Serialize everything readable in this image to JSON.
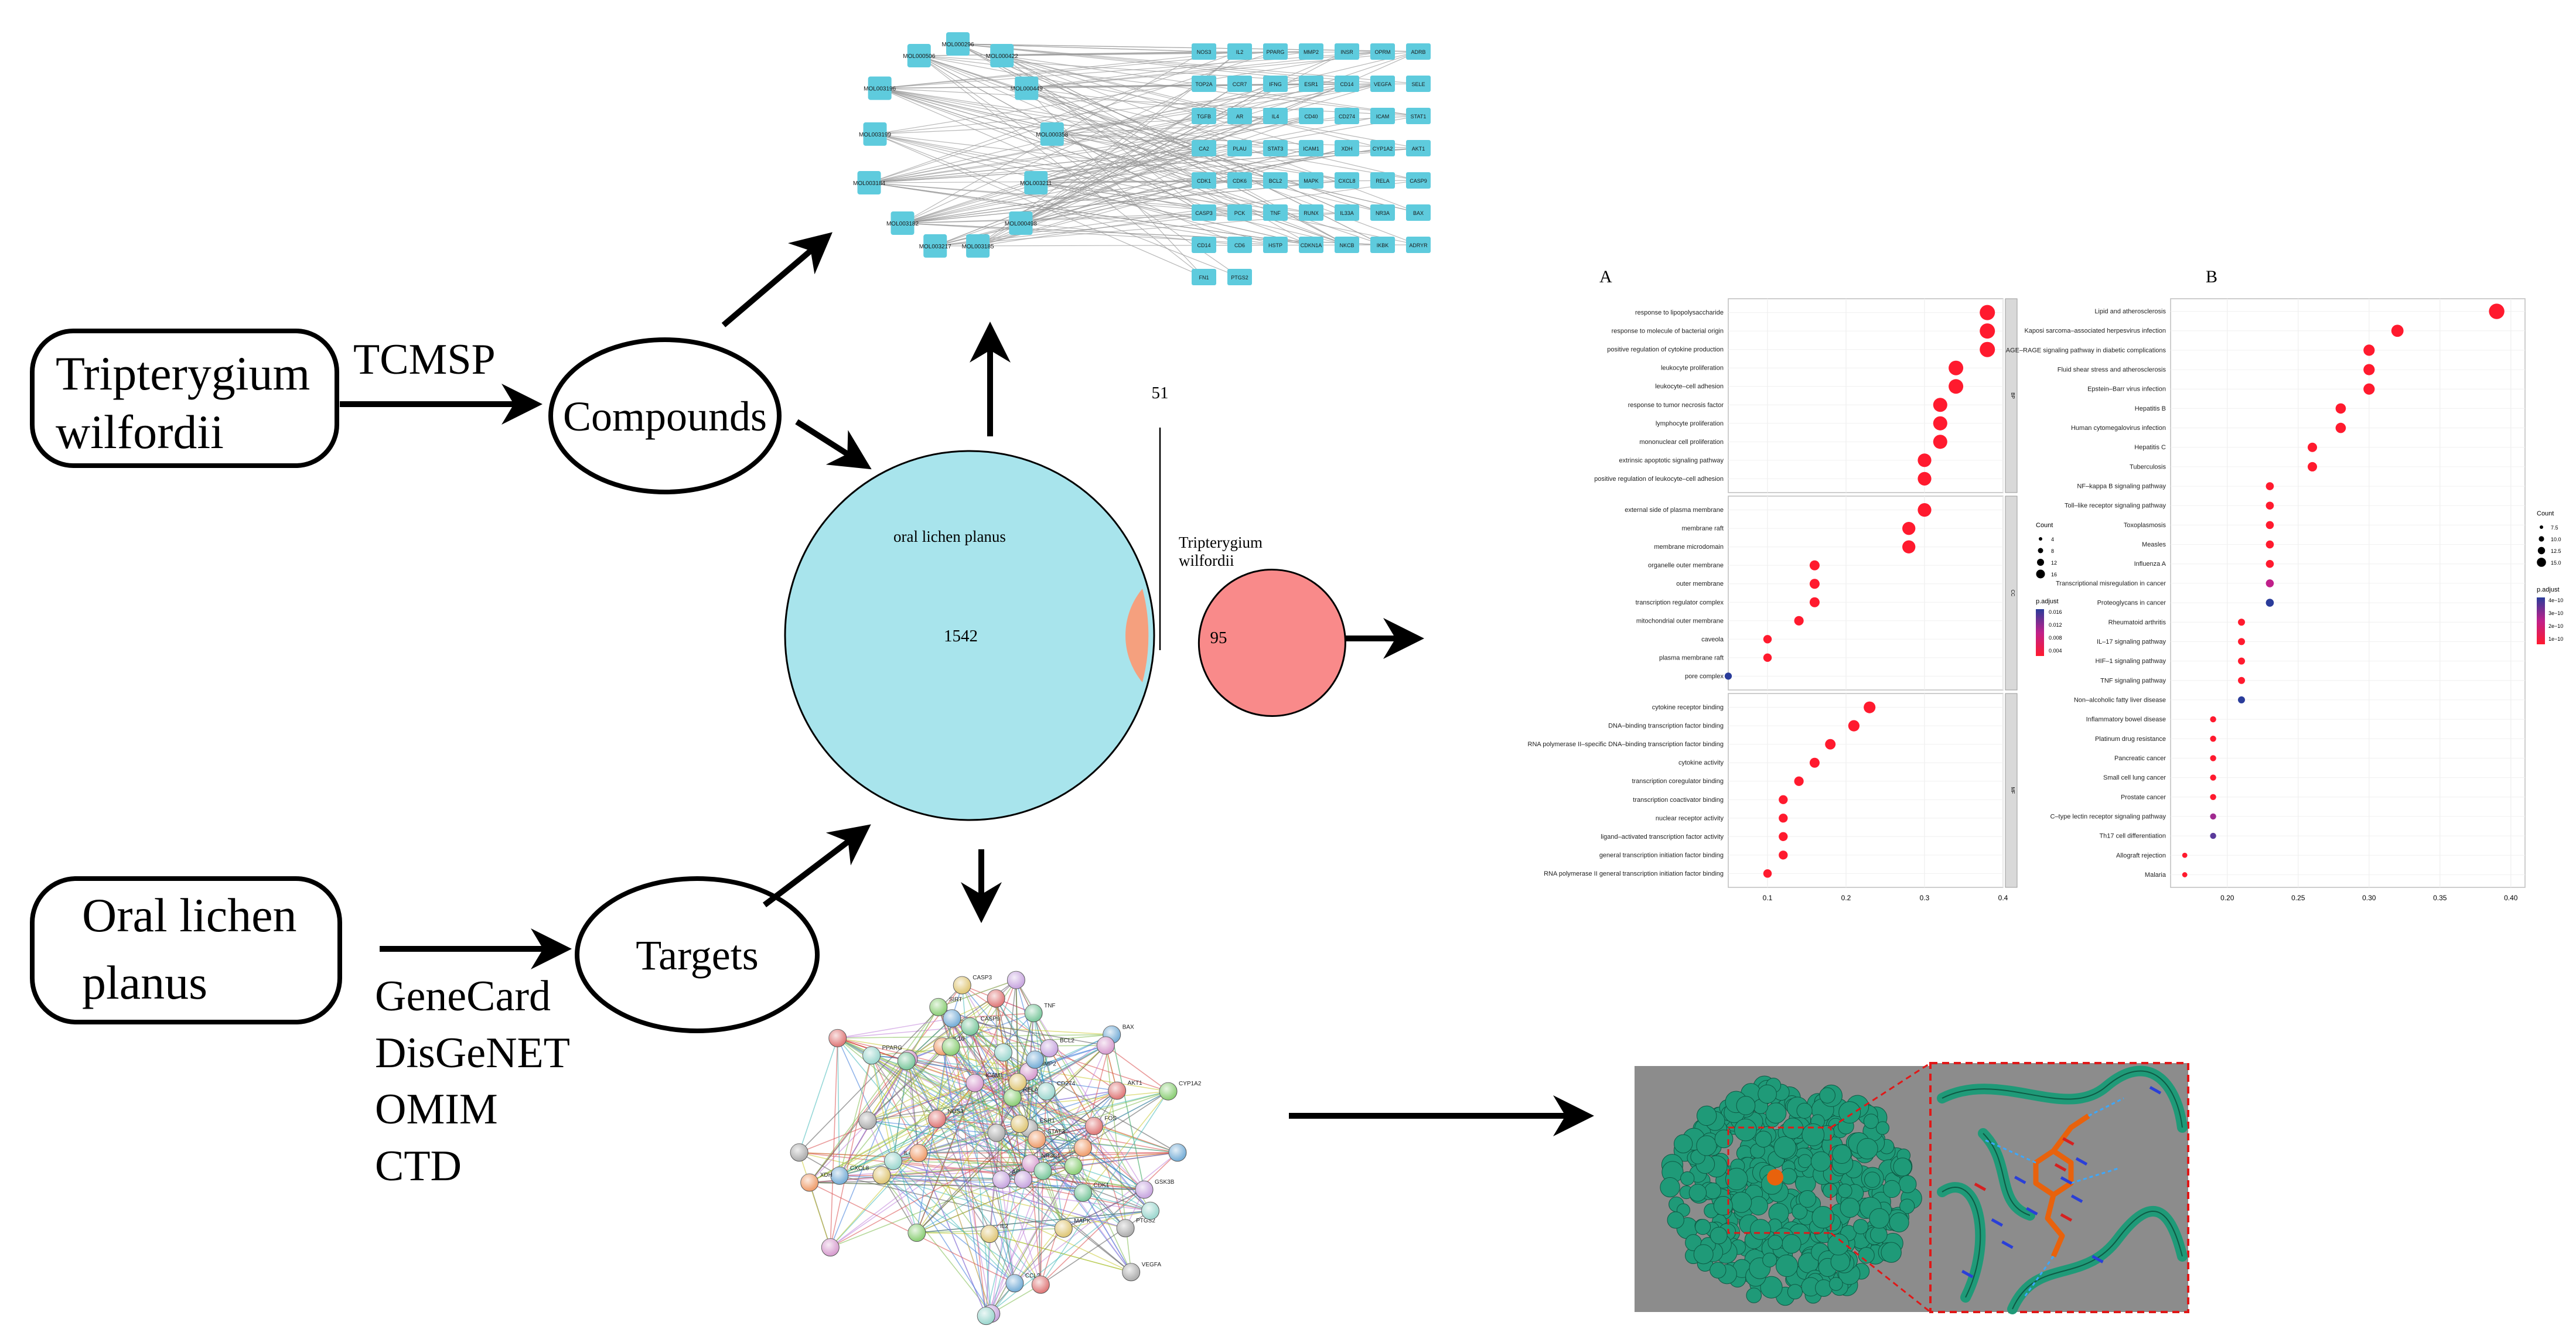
{
  "flowchart": {
    "source_herb": [
      "Tripterygium",
      "wilfordii"
    ],
    "source_disease": [
      "Oral lichen",
      "planus"
    ],
    "herb_db": "TCMSP",
    "compounds_label": "Compounds",
    "targets_label": "Targets",
    "disease_dbs": [
      "GeneCard",
      "DisGeNET",
      "OMIM",
      "CTD"
    ]
  },
  "venn": {
    "left_label": "oral lichen planus",
    "right_label": [
      "Tripterygium",
      "wilfordii"
    ],
    "left_only": "1542",
    "right_only": "95",
    "overlap": "51",
    "left_color": "#a8e4ec",
    "right_color": "#f98a8a",
    "overlap_color": "#f5a07e"
  },
  "enrichment": {
    "panel_a_letter": "A",
    "panel_b_letter": "B",
    "go_terms": {
      "BP": [
        "response to lipopolysaccharide",
        "response to molecule of bacterial origin",
        "positive regulation of cytokine production",
        "leukocyte proliferation",
        "leukocyte–cell adhesion",
        "response to tumor necrosis factor",
        "lymphocyte proliferation",
        "mononuclear cell proliferation",
        "extrinsic apoptotic signaling pathway",
        "positive regulation of leukocyte–cell adhesion"
      ],
      "CC": [
        "external side of plasma membrane",
        "membrane raft",
        "membrane microdomain",
        "organelle outer membrane",
        "outer membrane",
        "transcription regulator complex",
        "mitochondrial outer membrane",
        "caveola",
        "plasma membrane raft",
        "pore complex"
      ],
      "MF": [
        "cytokine receptor binding",
        "DNA–binding transcription factor binding",
        "RNA polymerase II–specific DNA–binding transcription factor binding",
        "cytokine activity",
        "transcription coregulator binding",
        "transcription coactivator binding",
        "nuclear receptor activity",
        "ligand–activated transcription factor activity",
        "general transcription initiation factor binding",
        "RNA polymerase II general transcription initiation factor binding"
      ]
    },
    "go_facets": [
      "BP",
      "CC",
      "MF"
    ],
    "go_ticks": [
      "0.1",
      "0.2",
      "0.3",
      "0.4"
    ],
    "kegg_terms": [
      "Lipid and atherosclerosis",
      "Kaposi sarcoma–associated herpesvirus infection",
      "AGE–RAGE signaling pathway in diabetic complications",
      "Fluid shear stress and atherosclerosis",
      "Epstein–Barr virus infection",
      "Hepatitis B",
      "Human cytomegalovirus infection",
      "Hepatitis C",
      "Tuberculosis",
      "NF–kappa B signaling pathway",
      "Toll–like receptor signaling pathway",
      "Toxoplasmosis",
      "Measles",
      "Influenza A",
      "Transcriptional misregulation in cancer",
      "Proteoglycans in cancer",
      "Rheumatoid arthritis",
      "IL–17 signaling pathway",
      "HIF–1 signaling pathway",
      "TNF signaling pathway",
      "Non–alcoholic fatty liver disease",
      "Inflammatory bowel disease",
      "Platinum drug resistance",
      "Pancreatic cancer",
      "Small cell lung cancer",
      "Prostate cancer",
      "C–type lectin receptor signaling pathway",
      "Th17 cell differentiation",
      "Allograft rejection",
      "Malaria"
    ],
    "kegg_ticks": [
      "0.20",
      "0.25",
      "0.30",
      "0.35",
      "0.40"
    ],
    "legend_count_title": "Count",
    "legend_padj_title": "p.adjust",
    "go_count_levels": [
      "4",
      "8",
      "12",
      "16"
    ],
    "go_padj_levels": [
      "0.016",
      "0.012",
      "0.008",
      "0.004"
    ],
    "kegg_count_levels": [
      "7.5",
      "10.0",
      "12.5",
      "15.0"
    ],
    "kegg_padj_levels": [
      "4e−10",
      "3e−10",
      "2e−10",
      "1e−10"
    ],
    "dot_color_high": "#ff1a2e",
    "dot_color_low": "#2a3c9a"
  },
  "network": {
    "compound_nodes": [
      "MOL000296",
      "MOL000422",
      "MOL000449",
      "MOL000358",
      "MOL003211",
      "MOL000498",
      "MOL003185",
      "MOL003217",
      "MOL003182",
      "MOL003184",
      "MOL003199",
      "MOL003196",
      "MOL000506"
    ],
    "target_nodes": [
      "NOS3",
      "IL2",
      "PPARG",
      "MMP2",
      "INSR",
      "OPRM",
      "ADRB",
      "TOP2A",
      "CCR7",
      "IFNG",
      "ESR1",
      "CD14",
      "VEGFA",
      "SELE",
      "TGFB",
      "AR",
      "IL4",
      "CD40",
      "CD274",
      "ICAM",
      "STAT1",
      "CA2",
      "PLAU",
      "STAT3",
      "ICAM1",
      "XDH",
      "CYP1A2",
      "AKT1",
      "CDK1",
      "CDK6",
      "BCL2",
      "MAPK",
      "CXCL8",
      "RELA",
      "CASP9",
      "CASP3",
      "PCK",
      "TNF",
      "RUNX",
      "IL33A",
      "NR3A",
      "BAX",
      "CD14",
      "CD6",
      "HSTP",
      "CDKN1A",
      "NKCB",
      "IKBK",
      "ADRYR",
      "FN1",
      "PTGS2"
    ],
    "node_color": "#5ecbdd"
  },
  "ppi": {
    "labels": [
      "SIRT",
      "NOS3",
      "GSK3B",
      "CCL2",
      "IL2",
      "PPARG",
      "MMP2",
      "ESR1",
      "IL10",
      "TNF",
      "RELA",
      "AKT1",
      "BCL2",
      "BAX",
      "CASP3",
      "CD274",
      "ICAM1",
      "VEGFA",
      "STAT3",
      "CDK1",
      "CYP1A2",
      "FOS",
      "AR",
      "CXCL8",
      "MAPK",
      "IL4",
      "NR3C1",
      "PTGS2",
      "XDH",
      "CASP9"
    ]
  },
  "docking": {
    "protein_color": "#1f9a78",
    "ligand_color": "#e8620c",
    "background_color": "#8c8c8c",
    "frame_color": "#e01818"
  }
}
